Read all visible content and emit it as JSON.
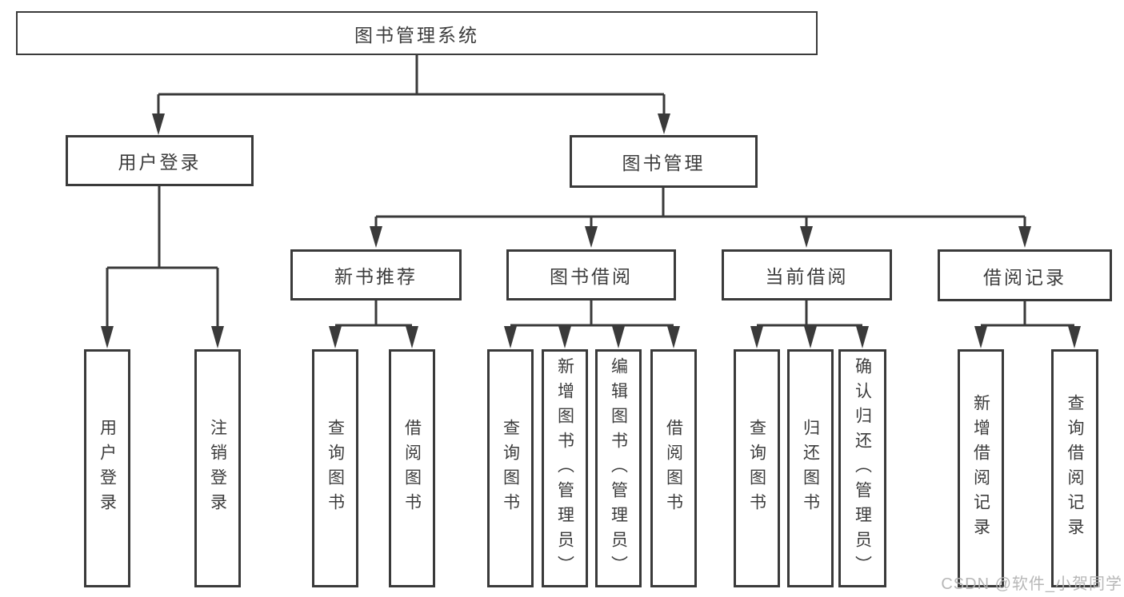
{
  "diagram": {
    "root": "图书管理系统",
    "level2": [
      "用户登录",
      "图书管理"
    ],
    "level3": [
      "新书推荐",
      "图书借阅",
      "当前借阅",
      "借阅记录"
    ],
    "level4": {
      "user_login": [
        "用户登录",
        "注销登录"
      ],
      "new_book_recommendation": [
        "查询图书",
        "借阅图书"
      ],
      "book_borrowing": [
        "查询图书",
        "新增图书（管理员）",
        "编辑图书（管理员）",
        "借阅图书"
      ],
      "current_borrowing": [
        "查询图书",
        "归还图书",
        "确认归还（管理员）"
      ],
      "borrowing_records": [
        "新增借阅记录",
        "查询借阅记录"
      ]
    }
  },
  "watermark": {
    "text": "CSDN @软件_小贺同学"
  },
  "colors": {
    "line": "#3a3a3a",
    "text": "#3c3c3c",
    "box_fill": "#ffffff",
    "watermark": "#b4b4b4"
  }
}
